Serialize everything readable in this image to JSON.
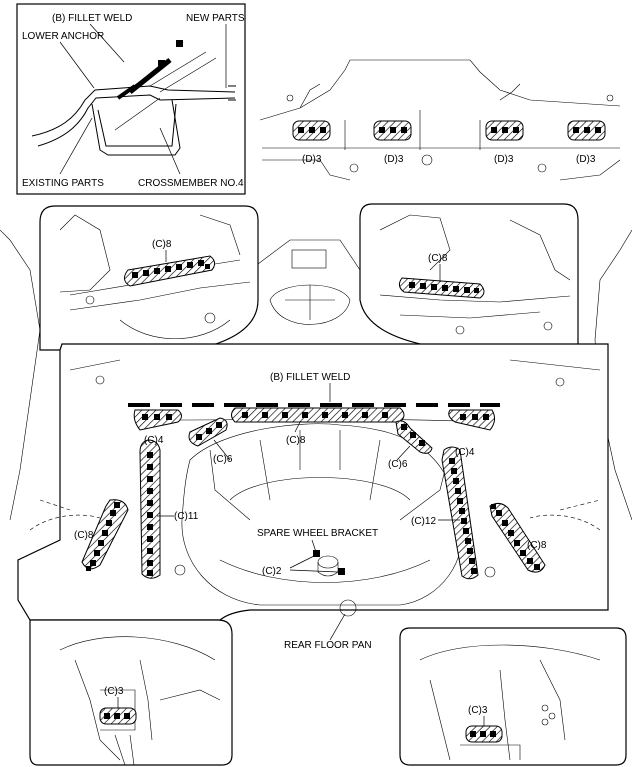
{
  "labels": {
    "fillet_weld_inset": "(B) FILLET WELD",
    "new_parts": "NEW PARTS",
    "lower_anchor": "LOWER ANCHOR",
    "existing_parts": "EXISTING PARTS",
    "crossmember": "CROSSMEMBER NO.4",
    "d3_a": "(D)3",
    "d3_b": "(D)3",
    "d3_c": "(D)3",
    "d3_d": "(D)3",
    "c8_upper_left": "(C)8",
    "c8_upper_right": "(C)8",
    "fillet_weld_main": "(B) FILLET WELD",
    "c4_left": "(C)4",
    "c4_right": "(C)4",
    "c8_center": "(C)8",
    "c6_left": "(C)6",
    "c6_right": "(C)6",
    "c11": "(C)11",
    "c12": "(C)12",
    "c8_left": "(C)8",
    "c8_right": "(C)8",
    "spare_wheel_bracket": "SPARE WHEEL BRACKET",
    "c2": "(C)2",
    "rear_floor_pan": "REAR FLOOR PAN",
    "c3_left": "(C)3",
    "c3_right": "(C)3"
  }
}
